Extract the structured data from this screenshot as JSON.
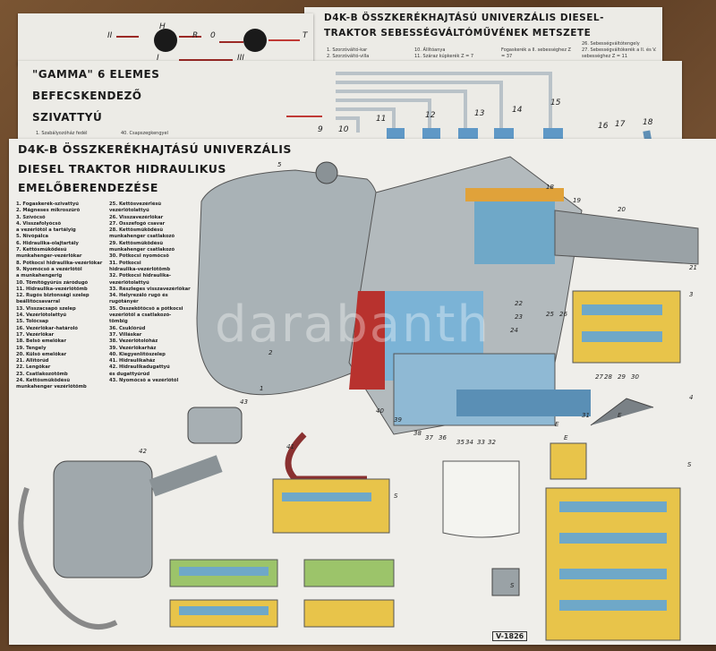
{
  "posters": {
    "gearbox": {
      "title_line1": "D4K-B ÖSSZKERÉKHAJTÁSÚ UNIVERZÁLIS DIESEL-",
      "title_line2": "TRAKTOR SEBESSÉGVÁLTÓMŰVÉNEK METSZETE",
      "legend": [
        "1. Szorzóváltó-kar",
        "2. Szorzóváltó-villa",
        "10. Állítóanya",
        "11. Száraz kúpkerék Z = 7",
        "Fogaskerék a II. sebességhez Z = 37",
        "26. Sebességváltótengely",
        "27. Sebességváltókerék a II. és V. sebességhez Z = 11"
      ],
      "shift_labels": [
        "II",
        "H",
        "R",
        "0",
        "T",
        "I",
        "III"
      ]
    },
    "pump": {
      "title_line1": "\"GAMMA\" 6 ELEMES",
      "title_line2": "BEFECSKENDEZŐ",
      "title_line3": "SZIVATTYÚ",
      "legend": [
        "1. Szabályozóház fedél",
        "40. Csapszegkengyel"
      ],
      "part_numbers": [
        "9",
        "10",
        "11",
        "12",
        "13",
        "14",
        "15",
        "16",
        "17",
        "18"
      ]
    },
    "hydraulic": {
      "title_line1": "D4K-B ÖSSZKERÉKHAJTÁSÚ UNIVERZÁLIS",
      "title_line2": "DIESEL TRAKTOR HIDRAULIKUS",
      "title_line3": "EMELŐBERENDEZÉSE",
      "legend_col1": [
        "1. Fogaskerék-szivattyú",
        "2. Mágneses mikroszűrő",
        "3. Szívócső",
        "4. Visszafolyócső",
        "   a vezérlőtől a tartályig",
        "5. Nívópálca",
        "6. Hidraulika-olajtartály",
        "7. Kettősműködésű",
        "   munkahenger-vezérlőkar",
        "8. Pótkocsi hidraulika-vezérlőkar",
        "9. Nyomócső a vezérlőtől",
        "   a munkahengerig",
        "10. Tömítőgyűrűs záródugó",
        "11. Hidraulika-vezérlőtömb",
        "12. Rugós biztonsági szelep",
        "   beállítócsavarral",
        "13. Visszacsapó szelep",
        "14. Vezérlőtolattyú",
        "15. Tolócsap",
        "16. Vezérlőkar-határoló",
        "17. Vezérlőkar",
        "18. Belső emelőkar",
        "19. Tengely",
        "20. Külső emelőkar",
        "21. Állítórúd",
        "22. Lengőkar",
        "23. Csatlakozótömb",
        "24. Kettősműködésű",
        "   munkahenger vezérlőtömb"
      ],
      "legend_col2": [
        "25. Kettősvezérlésű",
        "   vezérlőtolattyú",
        "26. Visszavezérlőkar",
        "27. Összefogó csavar",
        "28. Kettősműködésű",
        "   munkahenger csatlakozó",
        "29. Kettősműködésű",
        "   munkahenger csatlakozó",
        "30. Pótkocsi nyomócső",
        "31. Pótkocsi",
        "   hidraulika-vezérlőtömb",
        "32. Pótkocsi hidraulika-",
        "   vezérlőtolattyú",
        "33. Részleges visszavezérlőkar",
        "34. Helyrezáló rugó és",
        "   rugótányér",
        "35. Összekötőcső a pótkocsi",
        "   vezérlőtől a csatlakozó-",
        "   tömbig",
        "36. Csuklórúd",
        "37. Villáskar",
        "38. Vezérlőtolóház",
        "39. Vezérlőkarház",
        "40. Kiegyenlítőszelep",
        "41. Hidraulikaház",
        "42. Hidraulikadugattyú",
        "   és dugattyúrúd",
        "43. Nyomócső a vezérlőtől"
      ],
      "callouts": [
        "5",
        "18",
        "19",
        "20",
        "21",
        "22",
        "23",
        "24",
        "25",
        "26",
        "27",
        "28",
        "29",
        "30",
        "31",
        "32",
        "33",
        "34",
        "35",
        "36",
        "37",
        "38",
        "39",
        "40",
        "41",
        "42",
        "43",
        "1",
        "2",
        "3",
        "4",
        "E",
        "E",
        "E",
        "S",
        "S",
        "S"
      ],
      "code": "V-1826"
    }
  },
  "watermark": "darabanth",
  "colors": {
    "oil_blue": "#6fa8c8",
    "yellow": "#e8c44a",
    "red": "#b8322e",
    "green": "#9cc46a",
    "grey": "#9aa3a8"
  }
}
